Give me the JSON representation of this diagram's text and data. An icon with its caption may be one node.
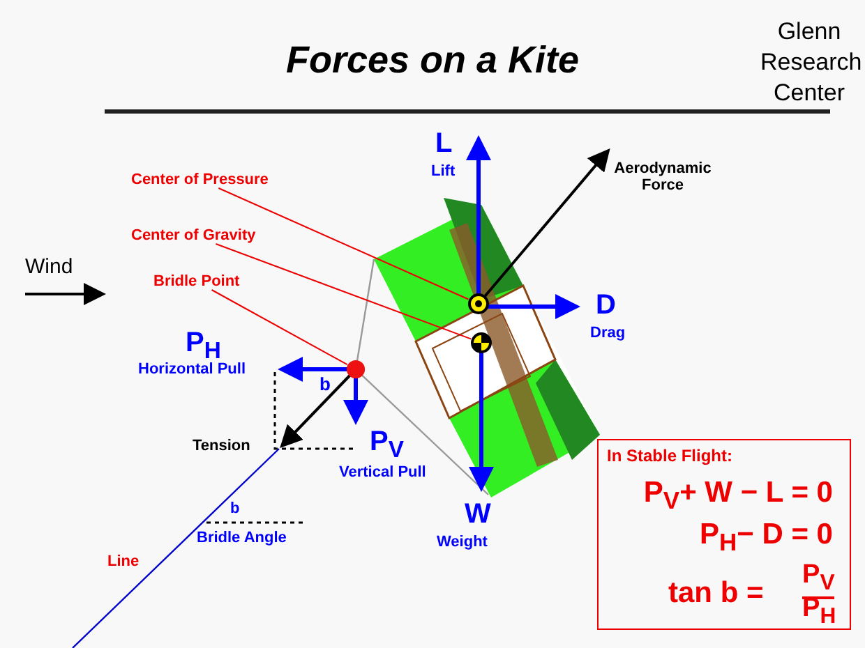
{
  "diagram": {
    "title": "Forces on a Kite",
    "nodes": [
      {
        "text": [
          "Center of Pressure"
        ]
      },
      {
        "text": [
          "Center of Gravity"
        ]
      },
      {
        "text": [
          "Bridle Point"
        ]
      },
      {
        "text": [],
        "shape": "circle"
      },
      {
        "text": [],
        "shape": "circle"
      },
      {
        "text": [],
        "shape": "circle"
      },
      {
        "text": [
          "In Stable Flight:",
          "P$_{V}$+ W − L = 0",
          "P$_{H}$− D = 0",
          "tan b =",
          "P$_{V}$",
          "P$_{H}$"
        ]
      }
    ],
    "edges": [
      {
        "from": 0,
        "to": 3,
        "arrow": "none"
      },
      {
        "from": 1,
        "to": 4,
        "arrow": "none"
      },
      {
        "from": 2,
        "to": 5,
        "arrow": "none"
      }
    ],
    "labels": [
      "Glenn Research Center",
      "L",
      "Lift",
      "Aerodynamic Force",
      "Wind",
      "D",
      "Drag",
      "P$_{H}$",
      "Horizontal Pull",
      "b",
      "Tension",
      "P$_{V}$",
      "Vertical Pull",
      "b",
      "Bridle Angle",
      "W",
      "Weight",
      "Line"
    ]
  }
}
